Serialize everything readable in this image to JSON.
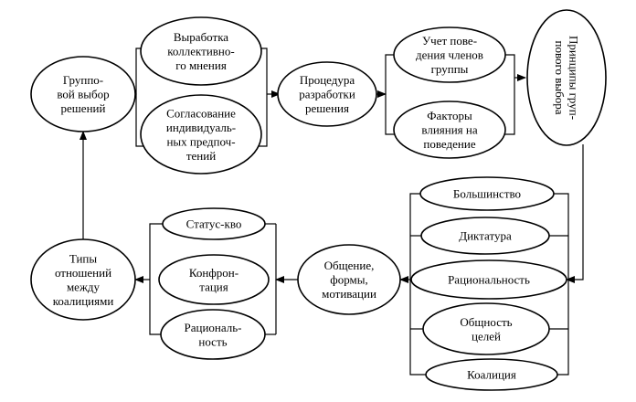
{
  "nodes": {
    "group_choice": {
      "lines": [
        "Группо-",
        "вой выбор",
        "решений"
      ]
    },
    "collective_opinion": {
      "lines": [
        "Выработка",
        "коллективно-",
        "го мнения"
      ]
    },
    "individual_prefs": {
      "lines": [
        "Согласование",
        "индивидуаль-",
        "ных предпоч-",
        "тений"
      ]
    },
    "procedure": {
      "lines": [
        "Процедура",
        "разработки",
        "решения"
      ]
    },
    "member_behavior": {
      "lines": [
        "Учет пове-",
        "дения членов",
        "группы"
      ]
    },
    "behavior_factors": {
      "lines": [
        "Факторы",
        "влияния на",
        "поведение"
      ]
    },
    "principles": {
      "lines": [
        "Принципы груп-",
        "пового выбора"
      ]
    },
    "majority": {
      "lines": [
        "Большинство"
      ]
    },
    "dictatorship": {
      "lines": [
        "Диктатура"
      ]
    },
    "rationality_right": {
      "lines": [
        "Рациональность"
      ]
    },
    "common_goals": {
      "lines": [
        "Общность",
        "целей"
      ]
    },
    "coalition": {
      "lines": [
        "Коалиция"
      ]
    },
    "communication": {
      "lines": [
        "Общение,",
        "формы,",
        "мотивации"
      ]
    },
    "status_quo": {
      "lines": [
        "Статус-кво"
      ]
    },
    "confrontation": {
      "lines": [
        "Конфрон-",
        "тация"
      ]
    },
    "rationality_left": {
      "lines": [
        "Рациональ-",
        "ность"
      ]
    },
    "relation_types": {
      "lines": [
        "Типы",
        "отношений",
        "между",
        "коалициями"
      ]
    }
  }
}
